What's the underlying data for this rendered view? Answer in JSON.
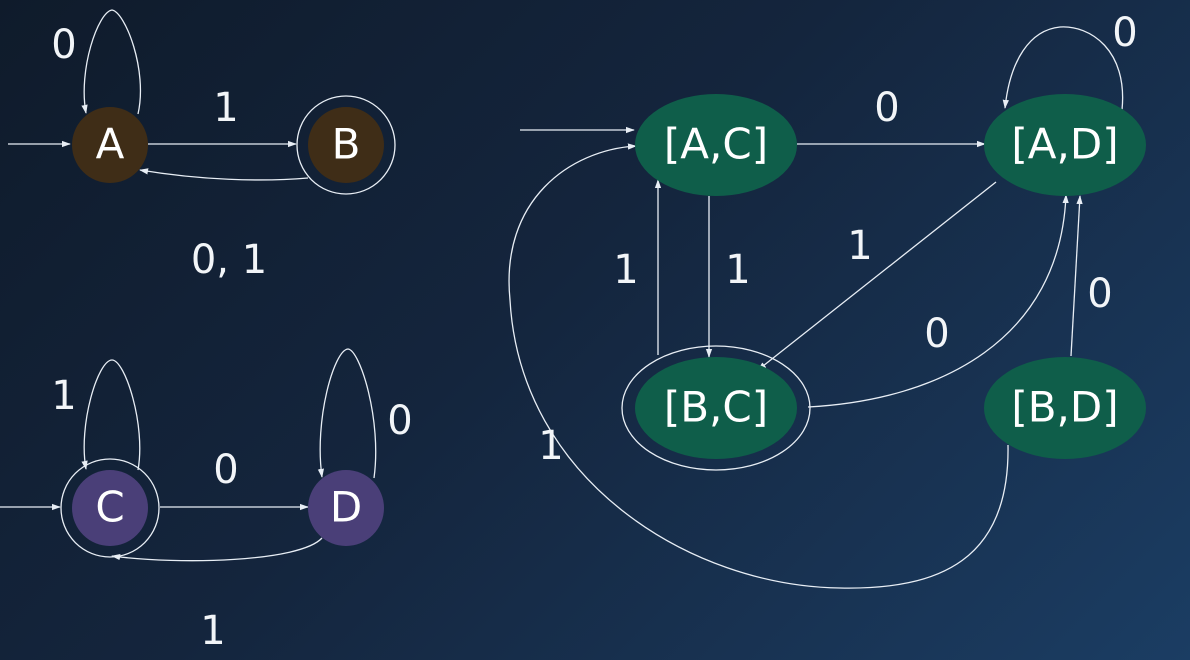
{
  "colors": {
    "left_top_node": "#3f2d17",
    "left_bottom_node": "#4a3f78",
    "product_node": "#0f5e4a",
    "edge": "#e8eef5"
  },
  "automaton_1": {
    "states": {
      "a": "A",
      "b": "B"
    },
    "transitions": {
      "a_self": "0",
      "a_to_b": "1",
      "b_to_a": "0, 1"
    }
  },
  "automaton_2": {
    "states": {
      "c": "C",
      "d": "D"
    },
    "transitions": {
      "c_self": "1",
      "c_to_d": "0",
      "d_self": "0",
      "d_to_c": "1"
    }
  },
  "product": {
    "states": {
      "ac": "[A,C]",
      "ad": "[A,D]",
      "bc": "[B,C]",
      "bd": "[B,D]"
    },
    "transitions": {
      "ac_to_ad": "0",
      "ad_self": "0",
      "bc_to_ac": "1",
      "ac_to_bc": "1",
      "ad_to_bc": "1",
      "bc_to_ad": "0",
      "bd_to_ad": "0",
      "bd_to_ac": "1"
    }
  }
}
